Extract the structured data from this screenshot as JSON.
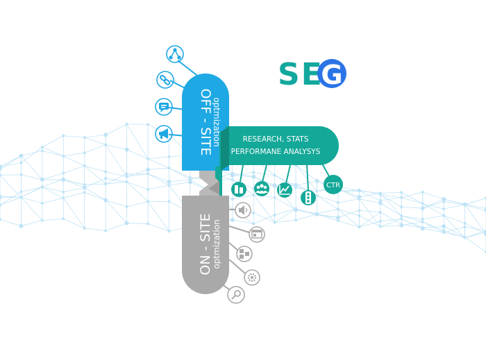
{
  "logo": {
    "text_se": "SE",
    "text_g": "G",
    "color_se": "#12a89d",
    "color_g": "#2a74e6"
  },
  "off_site": {
    "title": "OFF - SITE",
    "subtitle": "optmization",
    "color": "#1ea8e4",
    "icons": [
      "network-icon",
      "link-icon",
      "chat-icon",
      "megaphone-icon"
    ]
  },
  "on_site": {
    "title": "ON - SITE",
    "subtitle": "optmization",
    "color": "#a9a9a9",
    "icons": [
      "speaker-icon",
      "browser-icon",
      "sitemap-icon",
      "settings-icon",
      "magnifier-icon"
    ]
  },
  "research": {
    "line1": "RESEARCH, STATS",
    "line2": "PERFORMANE ANALYSYS",
    "color": "#14a898",
    "icons": [
      "document-icon",
      "users-icon",
      "line-chart-icon",
      "traffic-light-icon",
      "ctr-icon"
    ],
    "ctr_label": "CTR"
  },
  "background": {
    "mesh_color": "#bfe3f6"
  }
}
